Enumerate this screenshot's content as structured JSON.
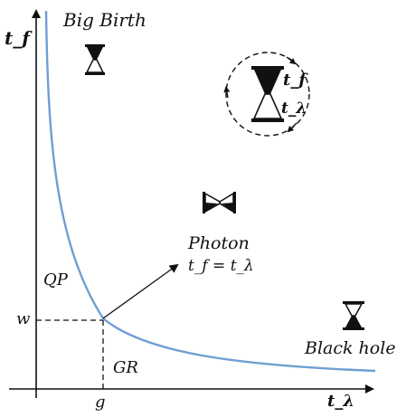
{
  "axes": {
    "y_label": "t_f",
    "x_label": "t_λ",
    "x_tick": "g",
    "y_tick": "w"
  },
  "labels": {
    "big_birth": "Big Birth",
    "photon": "Photon",
    "photon_equation_lhs": "t_f",
    "photon_equation_rhs": "t_λ",
    "qp": "QP",
    "gr": "GR",
    "black_hole": "Black hole",
    "rotating_top": "t_f",
    "rotating_bottom": "t_λ"
  },
  "colors": {
    "curve": "#6f9fd3",
    "ink": "#111111"
  },
  "icons": [
    "hourglass-icon",
    "hourglass-sideways-icon",
    "hourglass-small-icon",
    "rotating-hourglass-icon"
  ]
}
